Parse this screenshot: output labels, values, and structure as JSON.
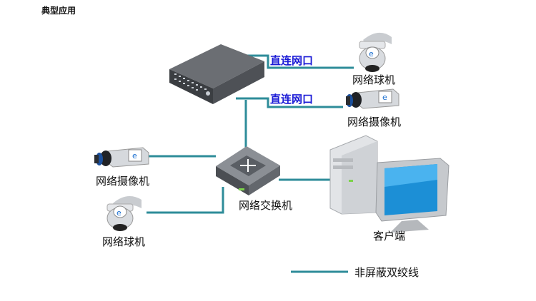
{
  "title": "典型应用",
  "labels": {
    "direct_port_1": "直连网口",
    "direct_port_2": "直连网口",
    "dome_camera_top": "网络球机",
    "box_camera_top": "网络摄像机",
    "box_camera_left": "网络摄像机",
    "dome_camera_left": "网络球机",
    "switch": "网络交换机",
    "client": "客户端",
    "legend_utp": "非屏蔽双绞线"
  },
  "colors": {
    "cable": "#2e8c99",
    "port_text": "#1a1ad6"
  }
}
